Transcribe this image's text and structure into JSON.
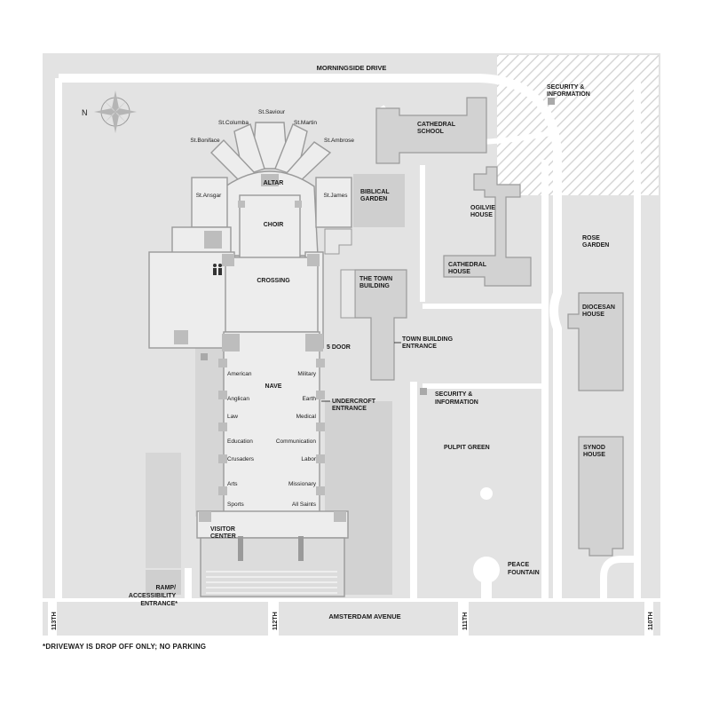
{
  "streets": {
    "north": "MORNINGSIDE DRIVE",
    "south": "AMSTERDAM AVENUE",
    "st113": "113TH",
    "st112": "112TH",
    "st111": "111TH",
    "st110": "110TH"
  },
  "buildings": {
    "cathedral_school": [
      "CATHEDRAL",
      "SCHOOL"
    ],
    "ogilvie_house": [
      "OGILVIE",
      "HOUSE"
    ],
    "cathedral_house": [
      "CATHEDRAL",
      "HOUSE"
    ],
    "town_building": [
      "THE TOWN",
      "BUILDING"
    ],
    "town_building_entrance": [
      "TOWN BUILDING",
      "ENTRANCE"
    ],
    "diocesan_house": [
      "DIOCESAN",
      "HOUSE"
    ],
    "synod_house": [
      "SYNOD",
      "HOUSE"
    ],
    "biblical_garden": [
      "BIBLICAL",
      "GARDEN"
    ],
    "rose_garden": [
      "ROSE",
      "GARDEN"
    ],
    "pulpit_green": "PULPIT GREEN",
    "peace_fountain": [
      "PEACE",
      "FOUNTAIN"
    ],
    "security_top": [
      "SECURITY &",
      "INFORMATION"
    ],
    "security_mid": [
      "SECURITY &",
      "INFORMATION"
    ],
    "visitor_center": [
      "VISITOR",
      "CENTER"
    ],
    "ramp": [
      "RAMP/",
      "ACCESSIBILITY",
      "ENTRANCE*"
    ],
    "undercroft": [
      "UNDERCROFT",
      "ENTRANCE"
    ],
    "door5": "5 DOOR"
  },
  "cathedral": {
    "altar": "ALTAR",
    "choir": "CHOIR",
    "crossing": "CROSSING",
    "nave": "NAVE"
  },
  "chapels": {
    "saviour": "St.Saviour",
    "columba": "St.Columba",
    "martin": "St.Martin",
    "boniface": "St.Boniface",
    "ambrose": "St.Ambrose",
    "ansgar": "St.Ansgar",
    "james": "St.James"
  },
  "bays": {
    "left": [
      "American",
      "Anglican",
      "Law",
      "Education",
      "Crusaders",
      "Arts",
      "Sports"
    ],
    "right": [
      "Military",
      "Earth",
      "Medical",
      "Communication",
      "Labor",
      "Missionary",
      "All Saints"
    ]
  },
  "compass": "N",
  "footnote": "*DRIVEWAY IS DROP OFF ONLY; NO PARKING",
  "colors": {
    "ground": "#e3e3e3",
    "building": "#cfcfcf",
    "outline": "#9a9a9a",
    "text": "#1a1a1a"
  }
}
